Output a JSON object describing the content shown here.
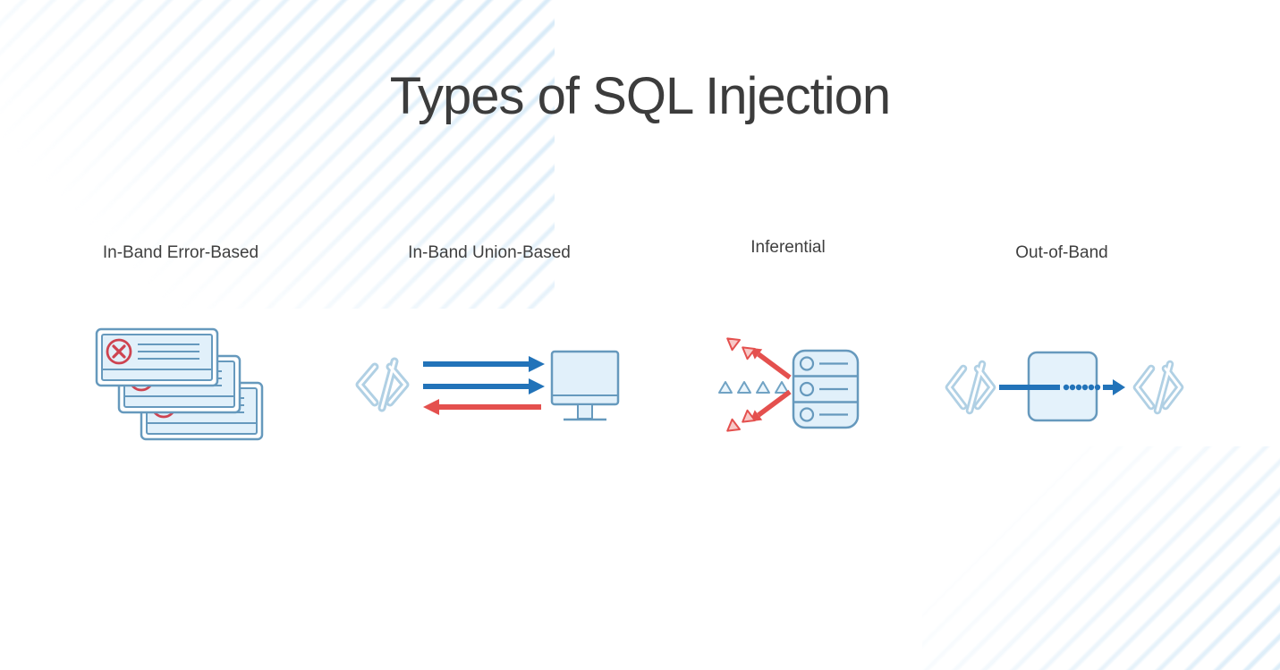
{
  "title": "Types of SQL Injection",
  "types": [
    {
      "label": "In-Band Error-Based",
      "icon": "error-dialog-stack-icon"
    },
    {
      "label": "In-Band Union-Based",
      "icon": "code-to-monitor-arrows-icon"
    },
    {
      "label": "Inferential",
      "icon": "database-inference-icon"
    },
    {
      "label": "Out-of-Band",
      "icon": "code-through-box-icon"
    }
  ],
  "icons": [
    "error-dialog-stack-icon",
    "code-icon",
    "request-arrow-icon",
    "response-arrow-icon",
    "monitor-icon",
    "payload-triangles-icon",
    "database-server-icon",
    "deflected-response-arrow-icon",
    "box-passthrough-arrow-icon"
  ],
  "colors": {
    "background": "#ffffff",
    "stripe_blue": "#d9ecf8",
    "title_text": "#3c3c3c",
    "label_text": "#3f3f3f",
    "outline_blue": "#6699bd",
    "light_blue_fill": "#e1f0fa",
    "pale_code_blue": "#b0d0e4",
    "arrow_blue": "#2273b9",
    "arrow_red": "#e4504e",
    "error_red": "#ce4350",
    "pink_fill": "#f8c9c7"
  }
}
